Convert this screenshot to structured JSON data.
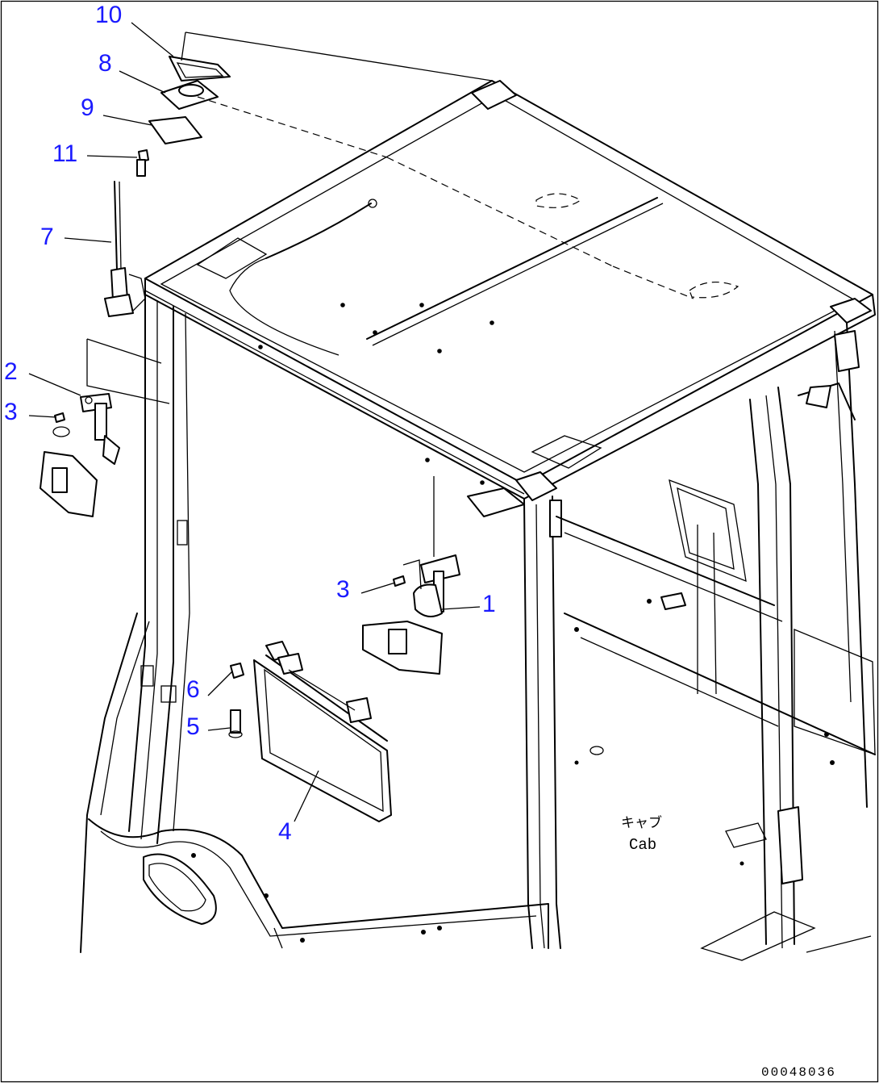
{
  "drawing": {
    "part_labels": [
      {
        "id": "p10",
        "text": "10"
      },
      {
        "id": "p8",
        "text": "8"
      },
      {
        "id": "p9",
        "text": "9"
      },
      {
        "id": "p11",
        "text": "11"
      },
      {
        "id": "p7",
        "text": "7"
      },
      {
        "id": "p2",
        "text": "2"
      },
      {
        "id": "p3a",
        "text": "3"
      },
      {
        "id": "p3b",
        "text": "3"
      },
      {
        "id": "p1",
        "text": "1"
      },
      {
        "id": "p6",
        "text": "6"
      },
      {
        "id": "p5",
        "text": "5"
      },
      {
        "id": "p4",
        "text": "4"
      }
    ],
    "cab_label_jp": "キャブ",
    "cab_label_en": "Cab",
    "drawing_code": "00048036"
  },
  "colors": {
    "label": "#1a1aff",
    "line": "#000000",
    "background": "#ffffff"
  }
}
